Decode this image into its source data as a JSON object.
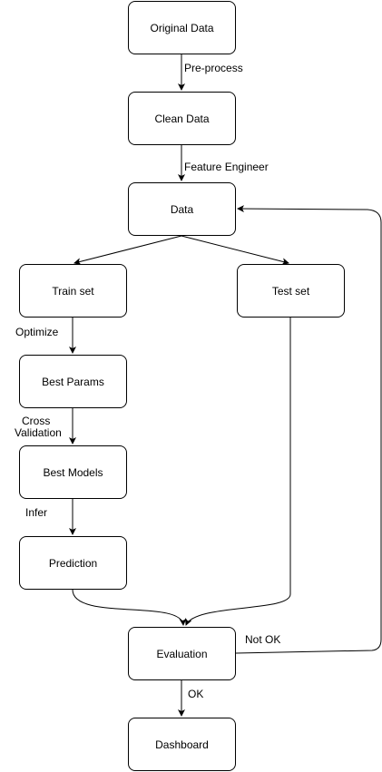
{
  "nodes": {
    "original_data": "Original Data",
    "clean_data": "Clean Data",
    "data": "Data",
    "train_set": "Train set",
    "test_set": "Test set",
    "best_params": "Best Params",
    "best_models": "Best Models",
    "prediction": "Prediction",
    "evaluation": "Evaluation",
    "dashboard": "Dashboard"
  },
  "edges": {
    "preprocess": "Pre-process",
    "feature_engineer": "Feature Engineer",
    "optimize": "Optimize",
    "cross": "Cross",
    "validation": "Validation",
    "infer": "Infer",
    "not_ok": "Not OK",
    "ok": "OK"
  }
}
